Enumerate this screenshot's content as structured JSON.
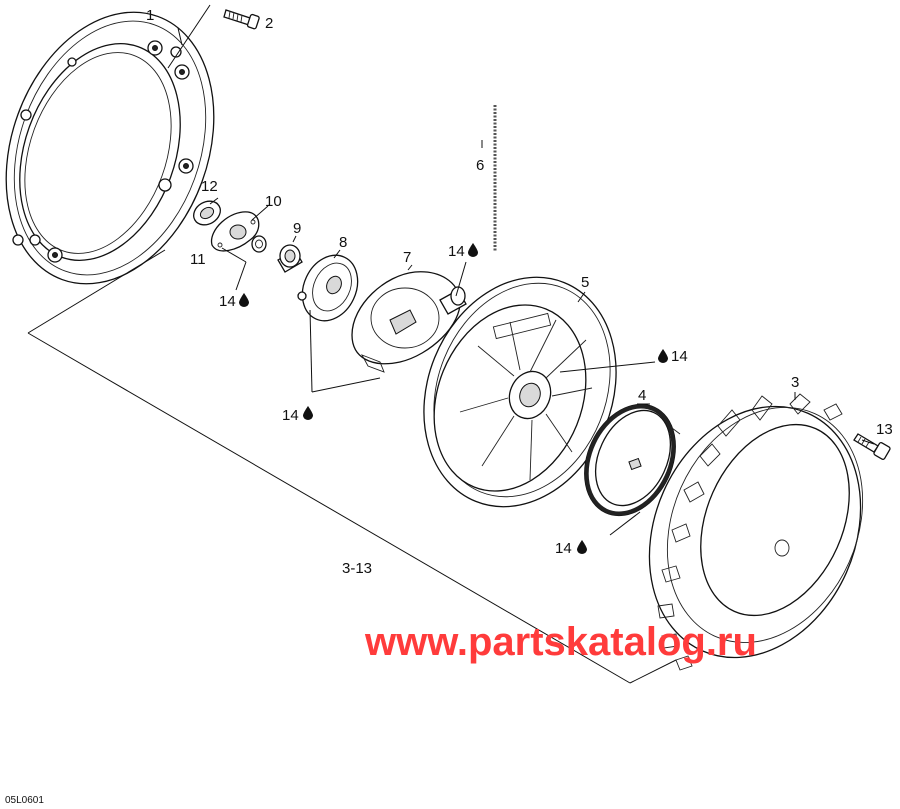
{
  "callouts": {
    "c1": "1",
    "c2": "2",
    "c3": "3",
    "c4": "4",
    "c5": "5",
    "c6": "6",
    "c7": "7",
    "c8": "8",
    "c9": "9",
    "c10": "10",
    "c11": "11",
    "c12": "12",
    "c13": "13",
    "assembly": "3-13",
    "lube_a": "14",
    "lube_b": "14",
    "lube_c": "14",
    "lube_d": "14",
    "lube_e": "14"
  },
  "drawing_code": "05L0601",
  "watermark": "www.partskatalog.ru",
  "icons": {
    "lubricant": "oil-drop-icon"
  },
  "colors": {
    "watermark": "#ff3b3b",
    "line": "#111111",
    "background": "#ffffff"
  }
}
